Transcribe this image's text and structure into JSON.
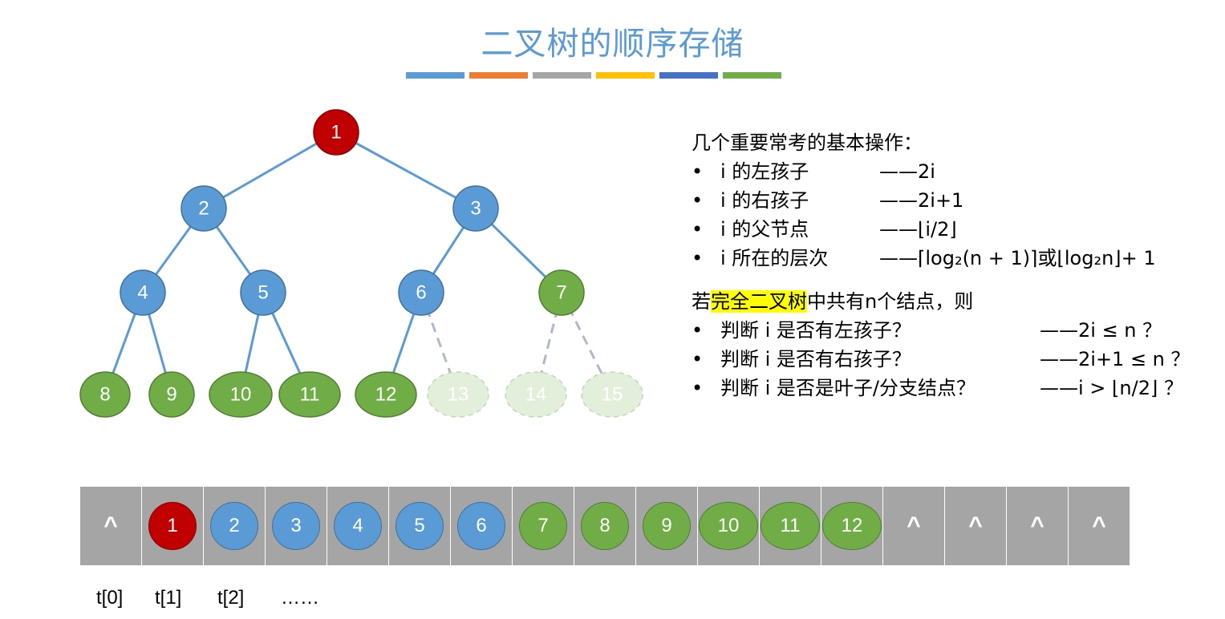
{
  "title": "二叉树的顺序存储",
  "stripe_colors": [
    "#5b9bd5",
    "#ed7d31",
    "#a5a5a5",
    "#ffc000",
    "#4472c4",
    "#70ad47"
  ],
  "colors": {
    "red": "#c00000",
    "blue": "#5b9bd5",
    "green": "#70ad47",
    "ghost": "#e2efda",
    "edge": "#5b9bd5",
    "gray": "#a5a5a5"
  },
  "tree": {
    "nodes": [
      {
        "label": "1",
        "color": "red",
        "ghost": false
      },
      {
        "label": "2",
        "color": "blue",
        "ghost": false
      },
      {
        "label": "3",
        "color": "blue",
        "ghost": false
      },
      {
        "label": "4",
        "color": "blue",
        "ghost": false
      },
      {
        "label": "5",
        "color": "blue",
        "ghost": false
      },
      {
        "label": "6",
        "color": "blue",
        "ghost": false
      },
      {
        "label": "7",
        "color": "green",
        "ghost": false
      },
      {
        "label": "8",
        "color": "green",
        "ghost": false
      },
      {
        "label": "9",
        "color": "green",
        "ghost": false
      },
      {
        "label": "10",
        "color": "green",
        "ghost": false
      },
      {
        "label": "11",
        "color": "green",
        "ghost": false
      },
      {
        "label": "12",
        "color": "green",
        "ghost": false
      },
      {
        "label": "13",
        "color": "ghost",
        "ghost": true
      },
      {
        "label": "14",
        "color": "ghost",
        "ghost": true
      },
      {
        "label": "15",
        "color": "ghost",
        "ghost": true
      }
    ]
  },
  "ops": {
    "heading": "几个重要常考的基本操作：",
    "items": [
      {
        "label": "i 的左孩子",
        "value": "——2i"
      },
      {
        "label": "i 的右孩子",
        "value": "——2i+1"
      },
      {
        "label": "i 的父节点",
        "value": "——⌊i/2⌋"
      },
      {
        "label": "i 所在的层次",
        "value": "——⌈log₂(n + 1)⌉或⌊log₂n⌋+ 1"
      }
    ]
  },
  "complete": {
    "prefix": "若",
    "highlight": "完全二叉树",
    "suffix": "中共有n个结点，则",
    "items": [
      {
        "label": "判断 i 是否有左孩子？",
        "value": "——2i ≤ n ？"
      },
      {
        "label": "判断 i 是否有右孩子？",
        "value": "——2i+1 ≤ n ？"
      },
      {
        "label": "判断 i 是否是叶子/分支结点？",
        "value": "——i > ⌊n/2⌋ ？"
      }
    ]
  },
  "array": {
    "cells": [
      "^",
      "1",
      "2",
      "3",
      "4",
      "5",
      "6",
      "7",
      "8",
      "9",
      "10",
      "11",
      "12",
      "^",
      "^",
      "^",
      "^"
    ],
    "cell_colors": [
      "",
      "red",
      "blue",
      "blue",
      "blue",
      "blue",
      "blue",
      "green",
      "green",
      "green",
      "green",
      "green",
      "green",
      "",
      "",
      "",
      ""
    ],
    "index_labels": [
      "t[0]",
      "t[1]",
      "t[2]",
      "……"
    ]
  }
}
